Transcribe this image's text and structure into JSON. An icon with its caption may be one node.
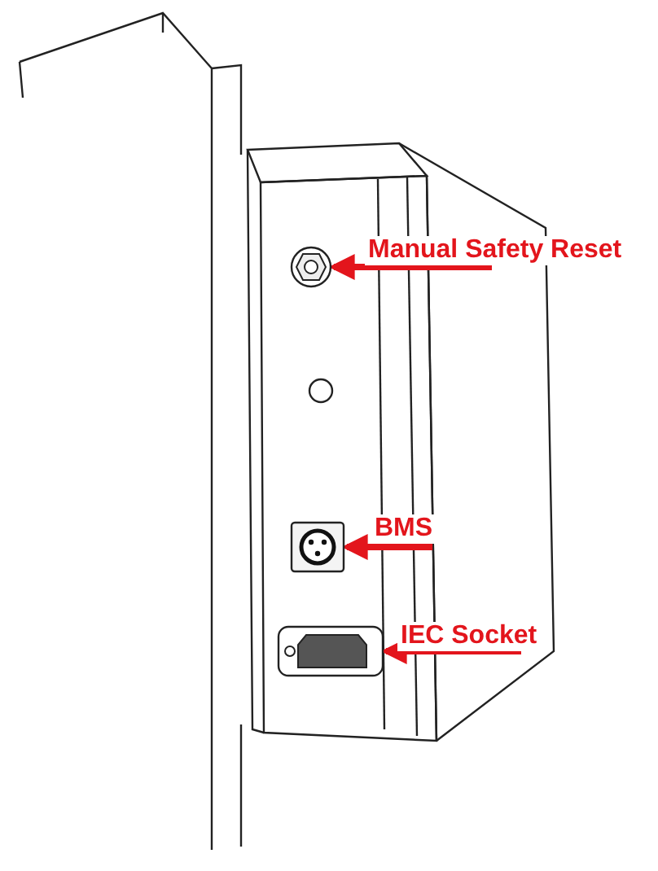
{
  "diagram": {
    "nodes": [
      {
        "text": [
          "Manual Safety Reset"
        ]
      },
      {
        "text": [],
        "shape": "circle"
      },
      {
        "text": [
          "BMS"
        ]
      },
      {
        "text": [],
        "shape": "box"
      },
      {
        "text": [
          "IEC Socket"
        ]
      },
      {
        "text": [],
        "shape": "box"
      }
    ],
    "edges": [
      {
        "from": 0,
        "to": 1,
        "arrow": "to"
      },
      {
        "from": 2,
        "to": 3,
        "arrow": "to"
      },
      {
        "from": 4,
        "to": 5,
        "arrow": "to"
      }
    ]
  }
}
